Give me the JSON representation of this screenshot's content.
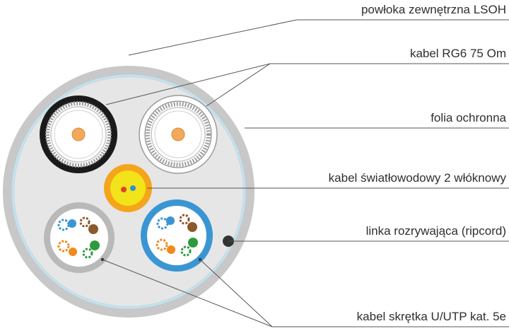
{
  "labels": {
    "outer_sheath": "powłoka zewnętrzna LSOH",
    "coax": "kabel RG6 75 Om",
    "foil": "folia ochronna",
    "fiber": "kabel światłowodowy 2 włóknowy",
    "ripcord": "linka rozrywająca (ripcord)",
    "twisted_pair": "kabel skrętka U/UTP kat. 5e"
  },
  "colors": {
    "outer_sheath": "#c8c8c8",
    "foil": "#bfe3f3",
    "coax_black_jacket": "#1a1a1a",
    "coax_white_jacket": "#ffffff",
    "coax_core": "#f2a95a",
    "fiber_jacket": "#f4a51c",
    "fiber_inner": "#f3e31a",
    "utp_gray_jacket": "#b9b9b9",
    "utp_blue_jacket": "#3a96d3",
    "ripcord": "#333333",
    "leader_line": "#555555"
  },
  "twisted_pair_colors": [
    "orange",
    "blue",
    "green",
    "brown"
  ]
}
